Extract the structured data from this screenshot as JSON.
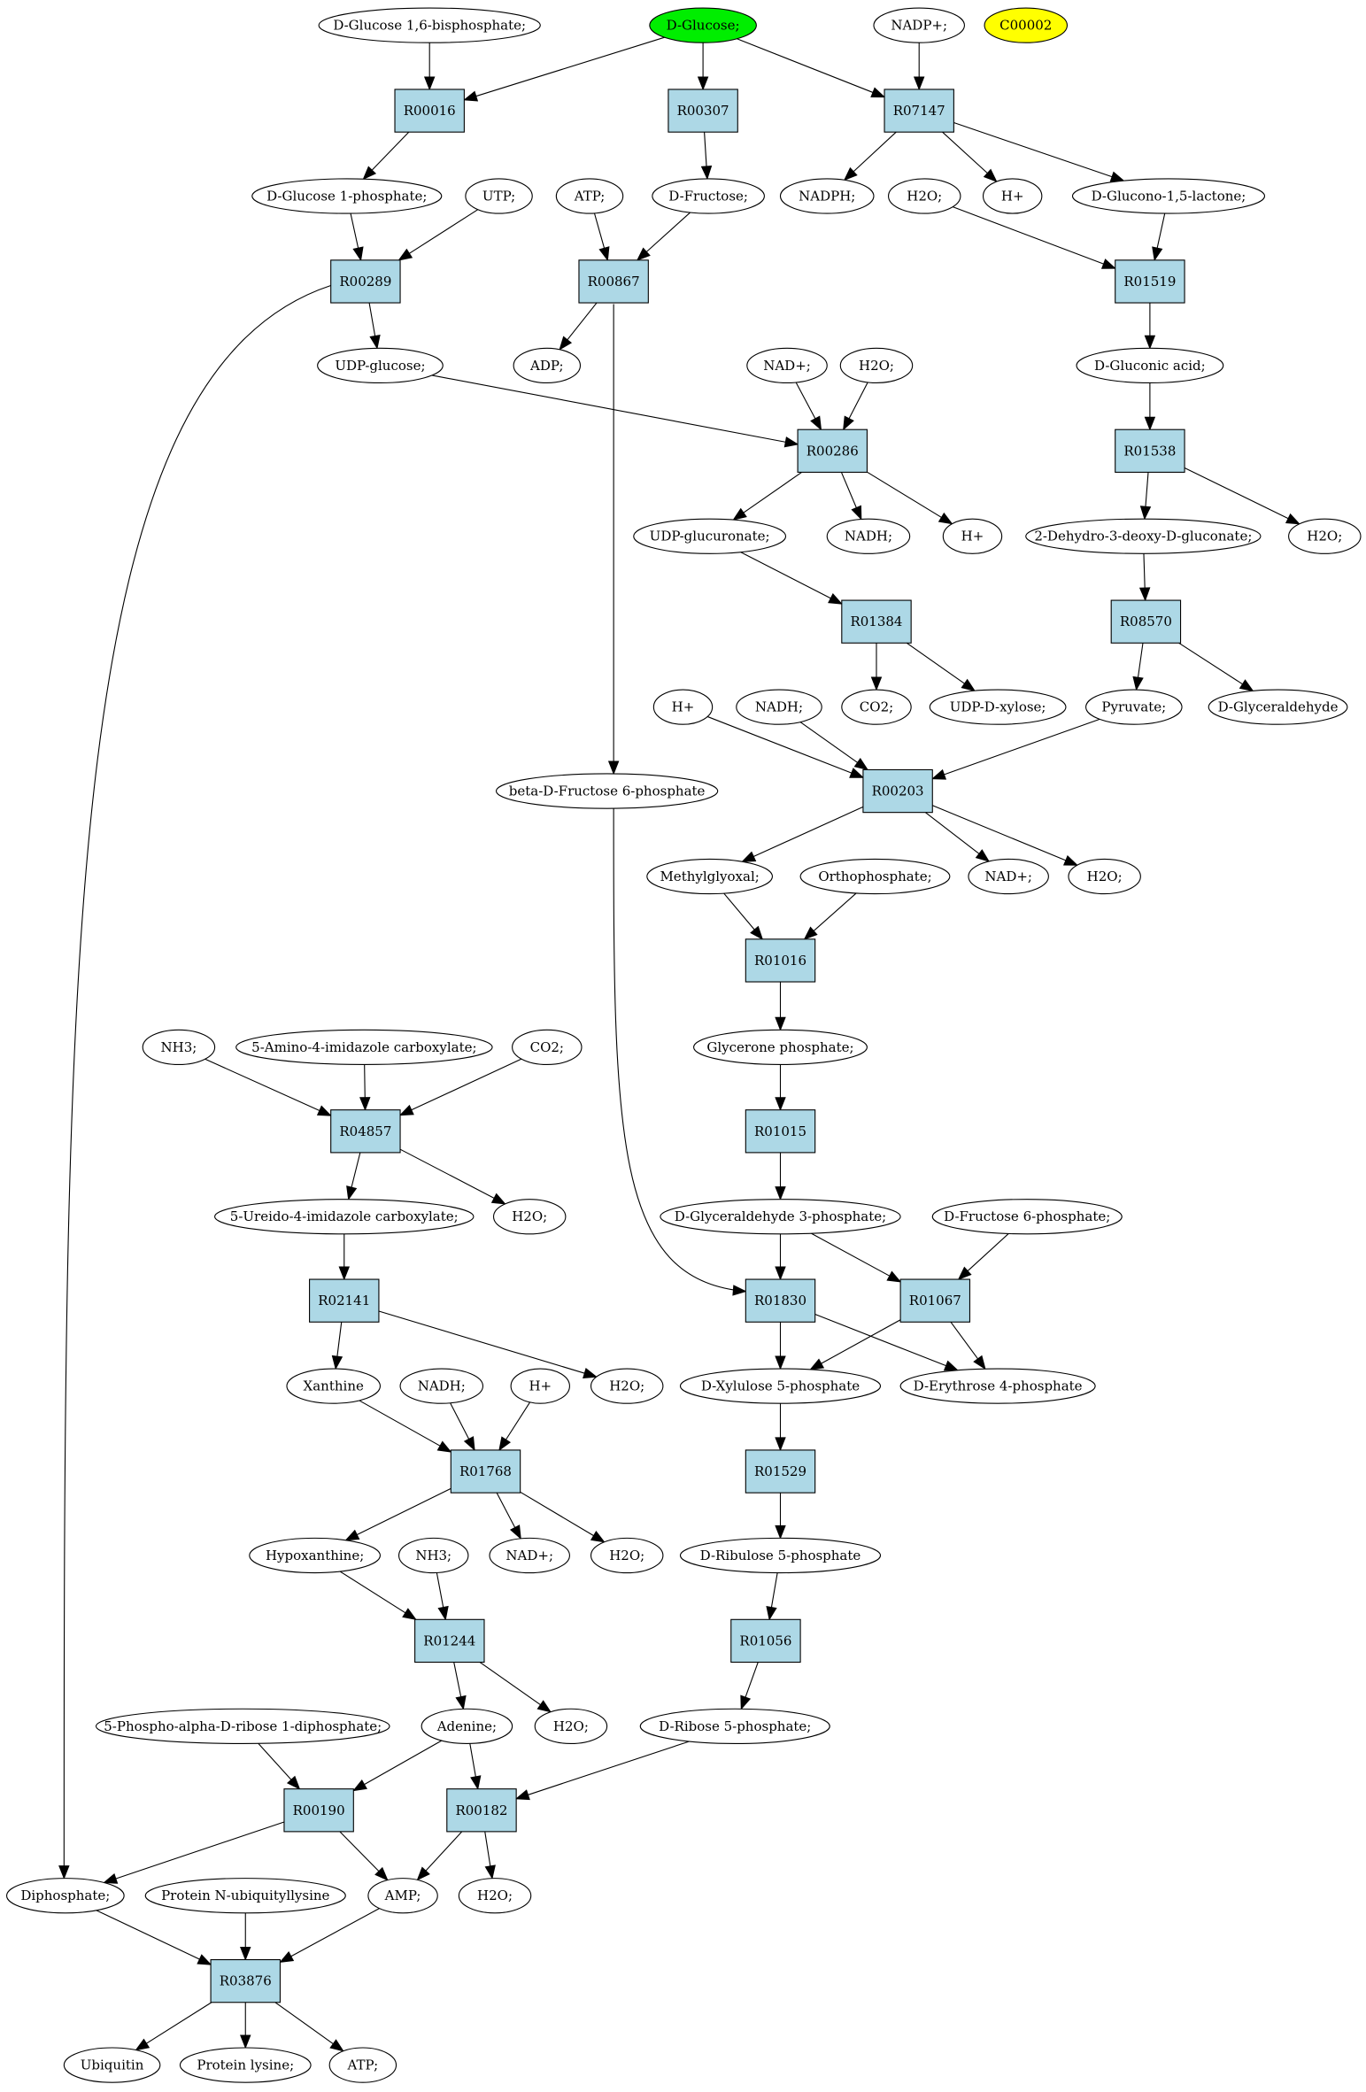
{
  "colors": {
    "reaction_fill": "#add8e6",
    "compound_fill": "#ffffff",
    "start_fill": "#00ee00",
    "highlight_fill": "#ffff00",
    "stroke": "#000000"
  },
  "nodes": [
    {
      "id": "c_g16bp",
      "label": "D-Glucose 1,6-bisphosphate;",
      "kind": "compound"
    },
    {
      "id": "c_dglucose",
      "label": "D-Glucose;",
      "kind": "compound",
      "fill": "start"
    },
    {
      "id": "c_nadp",
      "label": "NADP+;",
      "kind": "compound"
    },
    {
      "id": "c_c00002",
      "label": "C00002",
      "kind": "compound",
      "fill": "highlight"
    },
    {
      "id": "r_R00016",
      "label": "R00016",
      "kind": "reaction"
    },
    {
      "id": "r_R00307",
      "label": "R00307",
      "kind": "reaction"
    },
    {
      "id": "r_R07147",
      "label": "R07147",
      "kind": "reaction"
    },
    {
      "id": "c_g1p",
      "label": "D-Glucose 1-phosphate;",
      "kind": "compound"
    },
    {
      "id": "c_utp",
      "label": "UTP;",
      "kind": "compound"
    },
    {
      "id": "c_atp1",
      "label": "ATP;",
      "kind": "compound"
    },
    {
      "id": "c_dfructose",
      "label": "D-Fructose;",
      "kind": "compound"
    },
    {
      "id": "c_nadph",
      "label": "NADPH;",
      "kind": "compound"
    },
    {
      "id": "c_h2o1",
      "label": "H2O;",
      "kind": "compound"
    },
    {
      "id": "c_hplus1",
      "label": "H+",
      "kind": "compound"
    },
    {
      "id": "c_gluconolactone",
      "label": "D-Glucono-1,5-lactone;",
      "kind": "compound"
    },
    {
      "id": "r_R00289",
      "label": "R00289",
      "kind": "reaction"
    },
    {
      "id": "r_R00867",
      "label": "R00867",
      "kind": "reaction"
    },
    {
      "id": "r_R01519",
      "label": "R01519",
      "kind": "reaction"
    },
    {
      "id": "c_udpglucose",
      "label": "UDP-glucose;",
      "kind": "compound"
    },
    {
      "id": "c_adp",
      "label": "ADP;",
      "kind": "compound"
    },
    {
      "id": "c_nad1",
      "label": "NAD+;",
      "kind": "compound"
    },
    {
      "id": "c_h2o2",
      "label": "H2O;",
      "kind": "compound"
    },
    {
      "id": "c_gluconic",
      "label": "D-Gluconic acid;",
      "kind": "compound"
    },
    {
      "id": "r_R00286",
      "label": "R00286",
      "kind": "reaction"
    },
    {
      "id": "r_R01538",
      "label": "R01538",
      "kind": "reaction"
    },
    {
      "id": "c_udpglucuronate",
      "label": "UDP-glucuronate;",
      "kind": "compound"
    },
    {
      "id": "c_nadh1",
      "label": "NADH;",
      "kind": "compound"
    },
    {
      "id": "c_hplus2",
      "label": "H+",
      "kind": "compound"
    },
    {
      "id": "c_kdg",
      "label": "2-Dehydro-3-deoxy-D-gluconate;",
      "kind": "compound"
    },
    {
      "id": "c_h2o3",
      "label": "H2O;",
      "kind": "compound"
    },
    {
      "id": "r_R01384",
      "label": "R01384",
      "kind": "reaction"
    },
    {
      "id": "r_R08570",
      "label": "R08570",
      "kind": "reaction"
    },
    {
      "id": "c_co2a",
      "label": "CO2;",
      "kind": "compound"
    },
    {
      "id": "c_udpxylose",
      "label": "UDP-D-xylose;",
      "kind": "compound"
    },
    {
      "id": "c_hplus3",
      "label": "H+",
      "kind": "compound"
    },
    {
      "id": "c_nadh2",
      "label": "NADH;",
      "kind": "compound"
    },
    {
      "id": "c_pyruvate",
      "label": "Pyruvate;",
      "kind": "compound"
    },
    {
      "id": "c_dglyceraldehyde",
      "label": "D-Glyceraldehyde",
      "kind": "compound"
    },
    {
      "id": "c_bf6p",
      "label": "beta-D-Fructose 6-phosphate",
      "kind": "compound"
    },
    {
      "id": "r_R00203",
      "label": "R00203",
      "kind": "reaction"
    },
    {
      "id": "c_methylglyoxal",
      "label": "Methylglyoxal;",
      "kind": "compound"
    },
    {
      "id": "c_orthophosphate",
      "label": "Orthophosphate;",
      "kind": "compound"
    },
    {
      "id": "c_nad2",
      "label": "NAD+;",
      "kind": "compound"
    },
    {
      "id": "c_h2o4",
      "label": "H2O;",
      "kind": "compound"
    },
    {
      "id": "r_R01016",
      "label": "R01016",
      "kind": "reaction"
    },
    {
      "id": "c_glycerone",
      "label": "Glycerone phosphate;",
      "kind": "compound"
    },
    {
      "id": "c_nh3a",
      "label": "NH3;",
      "kind": "compound"
    },
    {
      "id": "c_aica",
      "label": "5-Amino-4-imidazole carboxylate;",
      "kind": "compound"
    },
    {
      "id": "c_co2b",
      "label": "CO2;",
      "kind": "compound"
    },
    {
      "id": "r_R04857",
      "label": "R04857",
      "kind": "reaction"
    },
    {
      "id": "r_R01015",
      "label": "R01015",
      "kind": "reaction"
    },
    {
      "id": "c_ureido",
      "label": "5-Ureido-4-imidazole carboxylate;",
      "kind": "compound"
    },
    {
      "id": "c_h2o5",
      "label": "H2O;",
      "kind": "compound"
    },
    {
      "id": "c_g3p",
      "label": "D-Glyceraldehyde 3-phosphate;",
      "kind": "compound"
    },
    {
      "id": "c_df6p",
      "label": "D-Fructose 6-phosphate;",
      "kind": "compound"
    },
    {
      "id": "r_R02141",
      "label": "R02141",
      "kind": "reaction"
    },
    {
      "id": "r_R01830",
      "label": "R01830",
      "kind": "reaction"
    },
    {
      "id": "r_R01067",
      "label": "R01067",
      "kind": "reaction"
    },
    {
      "id": "c_xanthine",
      "label": "Xanthine",
      "kind": "compound"
    },
    {
      "id": "c_nadh3",
      "label": "NADH;",
      "kind": "compound"
    },
    {
      "id": "c_hplus4",
      "label": "H+",
      "kind": "compound"
    },
    {
      "id": "c_h2o6",
      "label": "H2O;",
      "kind": "compound"
    },
    {
      "id": "c_xu5p",
      "label": "D-Xylulose 5-phosphate",
      "kind": "compound"
    },
    {
      "id": "c_e4p",
      "label": "D-Erythrose 4-phosphate",
      "kind": "compound"
    },
    {
      "id": "r_R01768",
      "label": "R01768",
      "kind": "reaction"
    },
    {
      "id": "r_R01529",
      "label": "R01529",
      "kind": "reaction"
    },
    {
      "id": "c_hypoxanthine",
      "label": "Hypoxanthine;",
      "kind": "compound"
    },
    {
      "id": "c_nh3b",
      "label": "NH3;",
      "kind": "compound"
    },
    {
      "id": "c_nad3",
      "label": "NAD+;",
      "kind": "compound"
    },
    {
      "id": "c_h2o7",
      "label": "H2O;",
      "kind": "compound"
    },
    {
      "id": "c_ru5p",
      "label": "D-Ribulose 5-phosphate",
      "kind": "compound"
    },
    {
      "id": "r_R01244",
      "label": "R01244",
      "kind": "reaction"
    },
    {
      "id": "r_R01056",
      "label": "R01056",
      "kind": "reaction"
    },
    {
      "id": "c_prpp",
      "label": "5-Phospho-alpha-D-ribose 1-diphosphate;",
      "kind": "compound"
    },
    {
      "id": "c_adenine",
      "label": "Adenine;",
      "kind": "compound"
    },
    {
      "id": "c_h2o8",
      "label": "H2O;",
      "kind": "compound"
    },
    {
      "id": "c_r5p",
      "label": "D-Ribose 5-phosphate;",
      "kind": "compound"
    },
    {
      "id": "r_R00190",
      "label": "R00190",
      "kind": "reaction"
    },
    {
      "id": "r_R00182",
      "label": "R00182",
      "kind": "reaction"
    },
    {
      "id": "c_diphosphate",
      "label": "Diphosphate;",
      "kind": "compound"
    },
    {
      "id": "c_protubq",
      "label": "Protein N-ubiquityllysine",
      "kind": "compound"
    },
    {
      "id": "c_amp",
      "label": "AMP;",
      "kind": "compound"
    },
    {
      "id": "c_h2o9",
      "label": "H2O;",
      "kind": "compound"
    },
    {
      "id": "r_R03876",
      "label": "R03876",
      "kind": "reaction"
    },
    {
      "id": "c_ubiquitin",
      "label": "Ubiquitin",
      "kind": "compound"
    },
    {
      "id": "c_protlys",
      "label": "Protein lysine;",
      "kind": "compound"
    },
    {
      "id": "c_atp2",
      "label": "ATP;",
      "kind": "compound"
    }
  ],
  "edges": [
    [
      "c_g16bp",
      "r_R00016"
    ],
    [
      "c_dglucose",
      "r_R00016"
    ],
    [
      "c_dglucose",
      "r_R00307"
    ],
    [
      "c_dglucose",
      "r_R07147"
    ],
    [
      "c_nadp",
      "r_R07147"
    ],
    [
      "r_R00016",
      "c_g1p"
    ],
    [
      "r_R00307",
      "c_dfructose"
    ],
    [
      "r_R07147",
      "c_nadph"
    ],
    [
      "r_R07147",
      "c_hplus1"
    ],
    [
      "r_R07147",
      "c_gluconolactone"
    ],
    [
      "c_g1p",
      "r_R00289"
    ],
    [
      "c_utp",
      "r_R00289"
    ],
    [
      "c_atp1",
      "r_R00867"
    ],
    [
      "c_dfructose",
      "r_R00867"
    ],
    [
      "c_h2o1",
      "r_R01519"
    ],
    [
      "c_gluconolactone",
      "r_R01519"
    ],
    [
      "r_R00289",
      "c_udpglucose"
    ],
    [
      "r_R00289",
      "c_diphosphate"
    ],
    [
      "r_R00867",
      "c_adp"
    ],
    [
      "r_R00867",
      "c_bf6p"
    ],
    [
      "r_R01519",
      "c_gluconic"
    ],
    [
      "c_udpglucose",
      "r_R00286"
    ],
    [
      "c_nad1",
      "r_R00286"
    ],
    [
      "c_h2o2",
      "r_R00286"
    ],
    [
      "c_gluconic",
      "r_R01538"
    ],
    [
      "r_R00286",
      "c_udpglucuronate"
    ],
    [
      "r_R00286",
      "c_nadh1"
    ],
    [
      "r_R00286",
      "c_hplus2"
    ],
    [
      "r_R01538",
      "c_kdg"
    ],
    [
      "r_R01538",
      "c_h2o3"
    ],
    [
      "c_udpglucuronate",
      "r_R01384"
    ],
    [
      "c_kdg",
      "r_R08570"
    ],
    [
      "r_R01384",
      "c_co2a"
    ],
    [
      "r_R01384",
      "c_udpxylose"
    ],
    [
      "r_R08570",
      "c_pyruvate"
    ],
    [
      "r_R08570",
      "c_dglyceraldehyde"
    ],
    [
      "c_hplus3",
      "r_R00203"
    ],
    [
      "c_nadh2",
      "r_R00203"
    ],
    [
      "c_pyruvate",
      "r_R00203"
    ],
    [
      "r_R00203",
      "c_methylglyoxal"
    ],
    [
      "r_R00203",
      "c_nad2"
    ],
    [
      "r_R00203",
      "c_h2o4"
    ],
    [
      "c_methylglyoxal",
      "r_R01016"
    ],
    [
      "c_orthophosphate",
      "r_R01016"
    ],
    [
      "r_R01016",
      "c_glycerone"
    ],
    [
      "c_glycerone",
      "r_R01015"
    ],
    [
      "r_R01015",
      "c_g3p"
    ],
    [
      "c_nh3a",
      "r_R04857"
    ],
    [
      "c_aica",
      "r_R04857"
    ],
    [
      "c_co2b",
      "r_R04857"
    ],
    [
      "r_R04857",
      "c_ureido"
    ],
    [
      "r_R04857",
      "c_h2o5"
    ],
    [
      "c_ureido",
      "r_R02141"
    ],
    [
      "r_R02141",
      "c_xanthine"
    ],
    [
      "r_R02141",
      "c_h2o6"
    ],
    [
      "c_bf6p",
      "r_R01830"
    ],
    [
      "c_g3p",
      "r_R01830"
    ],
    [
      "c_g3p",
      "r_R01067"
    ],
    [
      "c_df6p",
      "r_R01067"
    ],
    [
      "r_R01830",
      "c_xu5p"
    ],
    [
      "r_R01830",
      "c_e4p"
    ],
    [
      "r_R01067",
      "c_xu5p"
    ],
    [
      "r_R01067",
      "c_e4p"
    ],
    [
      "c_xanthine",
      "r_R01768"
    ],
    [
      "c_nadh3",
      "r_R01768"
    ],
    [
      "c_hplus4",
      "r_R01768"
    ],
    [
      "r_R01768",
      "c_hypoxanthine"
    ],
    [
      "r_R01768",
      "c_nad3"
    ],
    [
      "r_R01768",
      "c_h2o7"
    ],
    [
      "c_xu5p",
      "r_R01529"
    ],
    [
      "r_R01529",
      "c_ru5p"
    ],
    [
      "c_hypoxanthine",
      "r_R01244"
    ],
    [
      "c_nh3b",
      "r_R01244"
    ],
    [
      "r_R01244",
      "c_adenine"
    ],
    [
      "r_R01244",
      "c_h2o8"
    ],
    [
      "c_ru5p",
      "r_R01056"
    ],
    [
      "r_R01056",
      "c_r5p"
    ],
    [
      "c_prpp",
      "r_R00190"
    ],
    [
      "c_adenine",
      "r_R00190"
    ],
    [
      "c_adenine",
      "r_R00182"
    ],
    [
      "c_r5p",
      "r_R00182"
    ],
    [
      "r_R00190",
      "c_diphosphate"
    ],
    [
      "r_R00190",
      "c_amp"
    ],
    [
      "r_R00182",
      "c_amp"
    ],
    [
      "r_R00182",
      "c_h2o9"
    ],
    [
      "c_diphosphate",
      "r_R03876"
    ],
    [
      "c_protubq",
      "r_R03876"
    ],
    [
      "c_amp",
      "r_R03876"
    ],
    [
      "r_R03876",
      "c_ubiquitin"
    ],
    [
      "r_R03876",
      "c_protlys"
    ],
    [
      "r_R03876",
      "c_atp2"
    ]
  ]
}
